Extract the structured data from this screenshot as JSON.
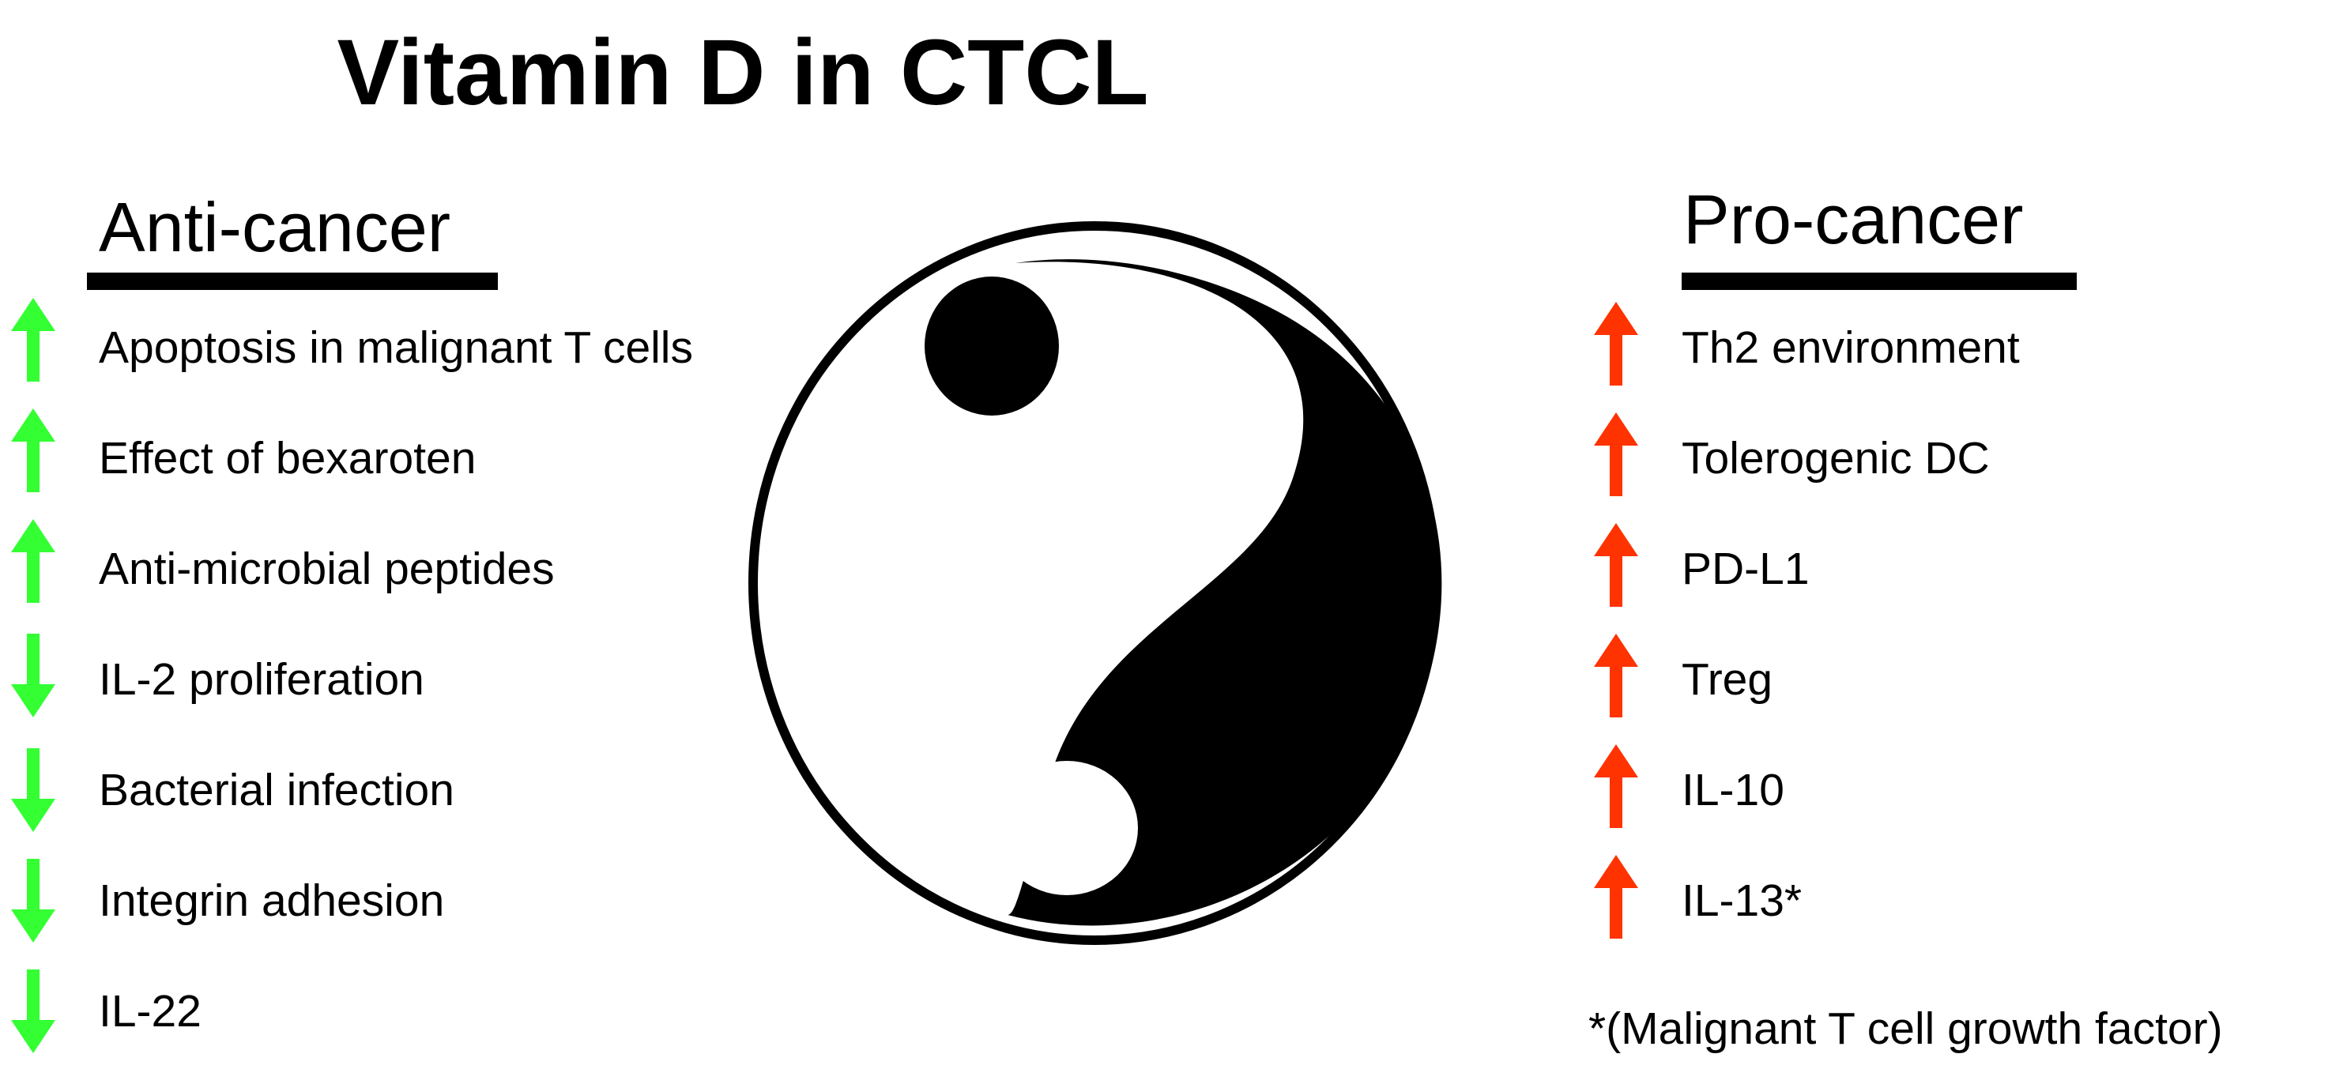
{
  "title": "Vitamin D in CTCL",
  "colors": {
    "up_arrow_green": "#33ff33",
    "down_arrow_green": "#33ff33",
    "pro_arrow_red": "#ff3300",
    "symbol_black": "#000000"
  },
  "anti_cancer": {
    "heading": "Anti-cancer",
    "items": [
      {
        "label": "Apoptosis in malignant T cells",
        "direction": "up"
      },
      {
        "label": "Effect of bexaroten",
        "direction": "up"
      },
      {
        "label": "Anti-microbial peptides",
        "direction": "up"
      },
      {
        "label": "IL-2 proliferation",
        "direction": "down"
      },
      {
        "label": "Bacterial infection",
        "direction": "down"
      },
      {
        "label": "Integrin adhesion",
        "direction": "down"
      },
      {
        "label": "IL-22",
        "direction": "down"
      }
    ]
  },
  "pro_cancer": {
    "heading": "Pro-cancer",
    "items": [
      {
        "label": "Th2 environment",
        "direction": "up"
      },
      {
        "label": "Tolerogenic DC",
        "direction": "up"
      },
      {
        "label": "PD-L1",
        "direction": "up"
      },
      {
        "label": "Treg",
        "direction": "up"
      },
      {
        "label": "IL-10",
        "direction": "up"
      },
      {
        "label": "IL-13*",
        "direction": "up"
      }
    ],
    "footnote": "*(Malignant T cell growth factor)"
  }
}
